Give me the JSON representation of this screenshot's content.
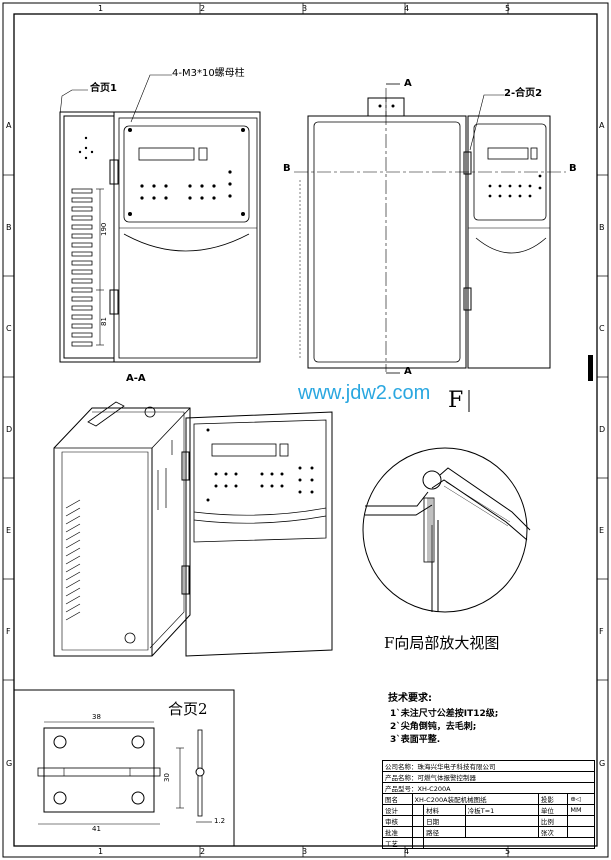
{
  "grid": {
    "columns": [
      "1",
      "2",
      "3",
      "4",
      "5"
    ],
    "rows": [
      "A",
      "B",
      "C",
      "D",
      "E",
      "F",
      "G"
    ]
  },
  "callouts": {
    "nut": "4-M3*10螺母柱",
    "hinge1": "合页1",
    "hinge2": "2-合页2",
    "dim_190": "190",
    "dim_81": "81"
  },
  "section_labels": {
    "aa": "A-A",
    "a_top": "A",
    "a_bottom": "A",
    "b_left": "B",
    "b_right": "B",
    "f_marker": "F",
    "f_detail_caption": "F向局部放大视图"
  },
  "watermark": "www.jdw2.com",
  "hinge2_detail": {
    "title": "合页2",
    "dim_width_top": "38",
    "dim_width_bottom": "41",
    "dim_height": "30",
    "dim_thickness": "1.2"
  },
  "tech_requirements": {
    "title": "技术要求:",
    "items": [
      "1`未注尺寸公差按IT12级;",
      "2`尖角倒钝，去毛刺;",
      "3`表面平整."
    ]
  },
  "title_block": {
    "company": "公司名称：珠海兴华电子科技有限公司",
    "product_name": "产品名称：可燃气体报警控制器",
    "product_model": "产品型号：XH-C200A",
    "rows": [
      [
        "图名",
        "XH-C200A装配机械图纸",
        "",
        "",
        "投影",
        "⊕◁",
        ""
      ],
      [
        "设计",
        "",
        "材料",
        "冷板T=1",
        "单位",
        "MM",
        ""
      ],
      [
        "审核",
        "",
        "日期",
        "",
        "比例",
        "",
        ""
      ],
      [
        "批准",
        "",
        "路径",
        "",
        "张次",
        "",
        ""
      ],
      [
        "工艺",
        "",
        "",
        "",
        "",
        "",
        ""
      ]
    ]
  }
}
